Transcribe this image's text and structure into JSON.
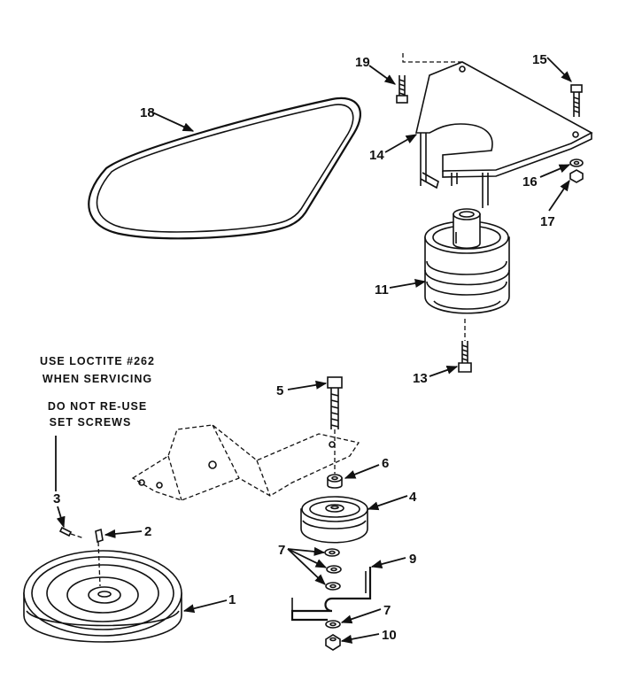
{
  "diagram": {
    "notes": {
      "loctite_line1": "USE LOCTITE #262",
      "loctite_line2": "WHEN SERVICING",
      "setscrew_line1": "DO NOT RE-USE",
      "setscrew_line2": "SET SCREWS"
    },
    "callouts": {
      "c1": "1",
      "c2": "2",
      "c3": "3",
      "c4": "4",
      "c5": "5",
      "c6": "6",
      "c7a": "7",
      "c7b": "7",
      "c9": "9",
      "c10": "10",
      "c11": "11",
      "c13": "13",
      "c14": "14",
      "c15": "15",
      "c16": "16",
      "c17": "17",
      "c18": "18",
      "c19": "19"
    }
  }
}
